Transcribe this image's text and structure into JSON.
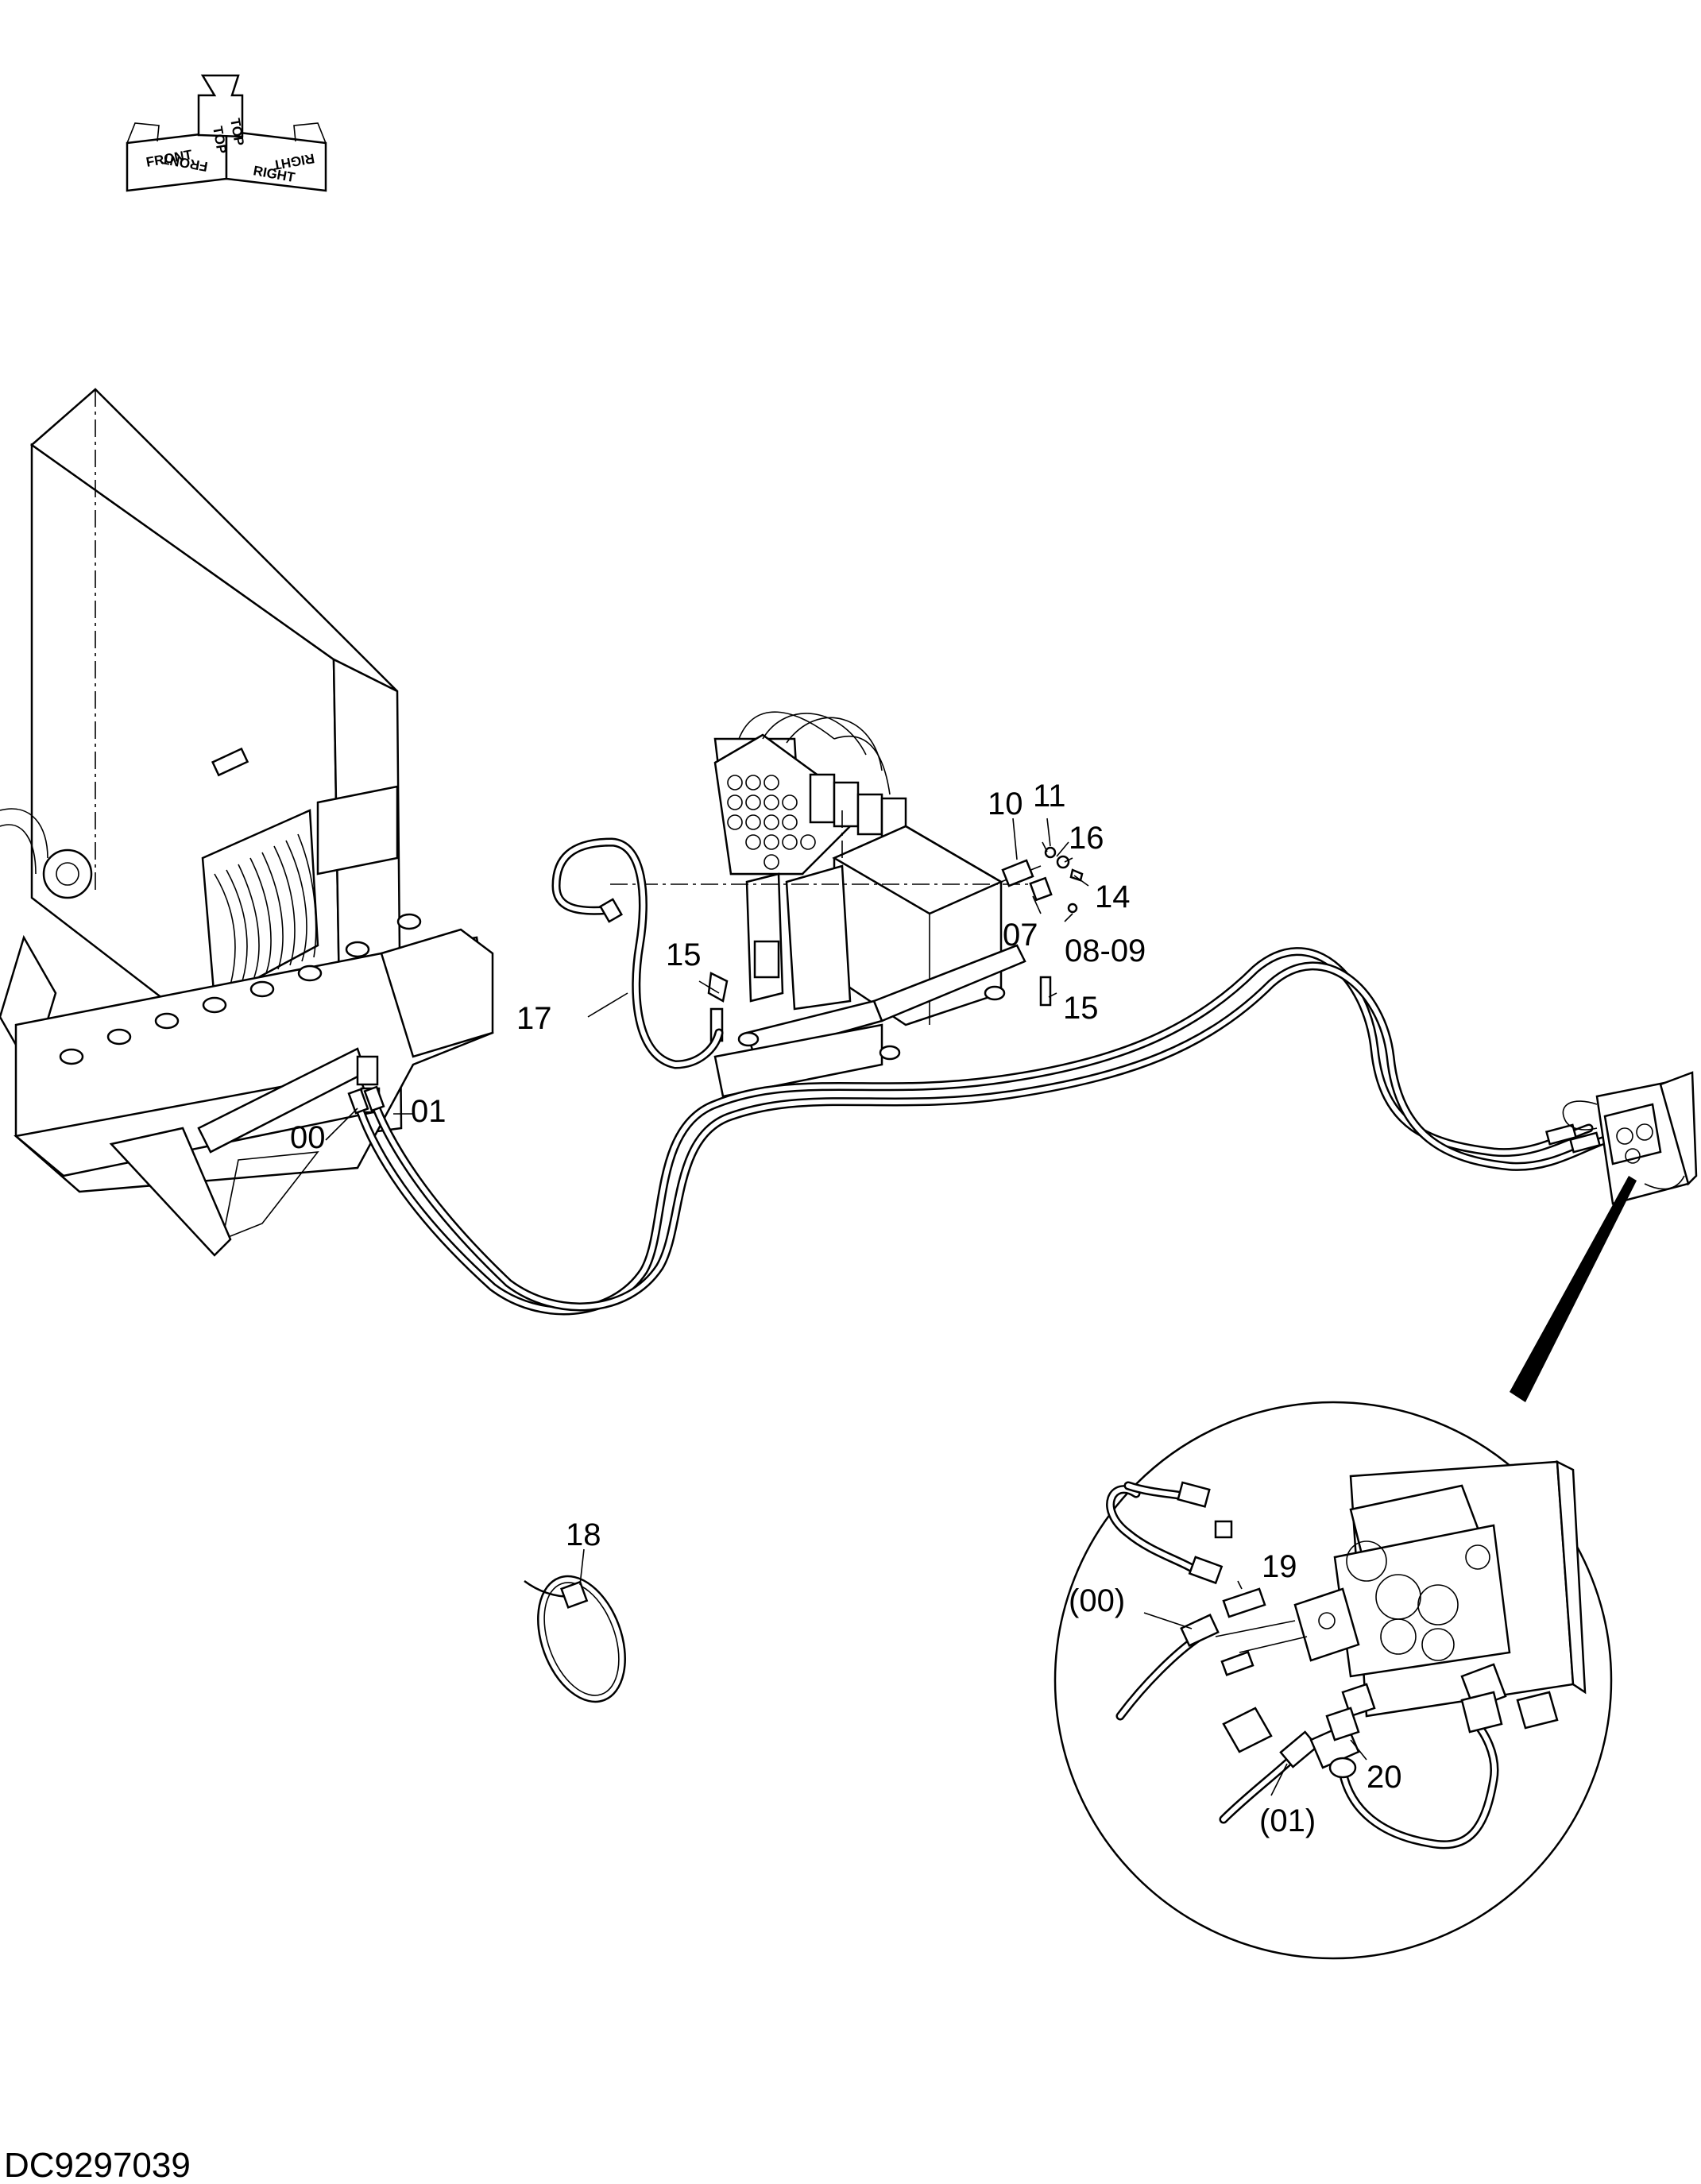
{
  "orientation": {
    "top": "TOP",
    "front": "FRONT",
    "right": "RIGHT"
  },
  "callouts": {
    "p00": "00",
    "p01": "01",
    "p07": "07",
    "p0809": "08-09",
    "p10": "10",
    "p11": "11",
    "p14": "14",
    "p15a": "15",
    "p15b": "15",
    "p16": "16",
    "p17": "17",
    "p18": "18",
    "p19": "19",
    "p20": "20",
    "d00": "(00)",
    "d01": "(01)"
  },
  "drawing_number": "DC9297039"
}
